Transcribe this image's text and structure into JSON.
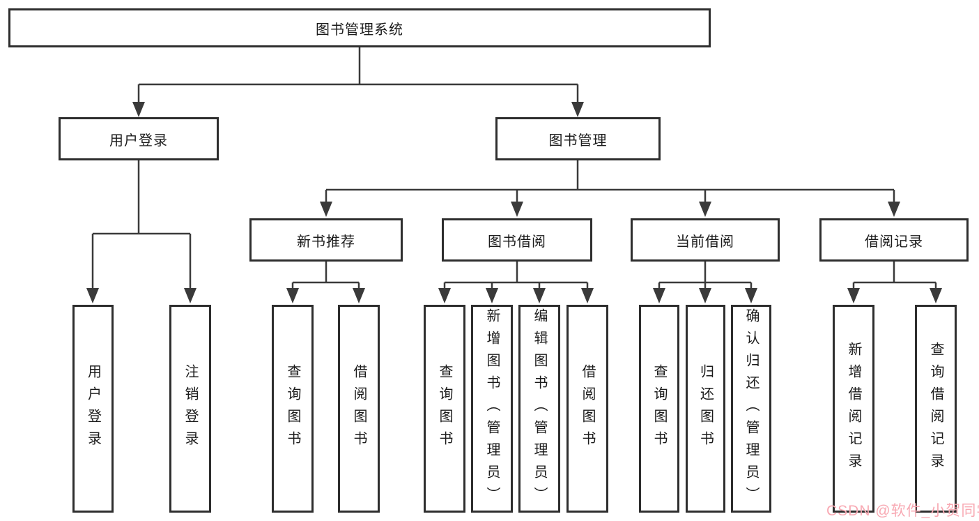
{
  "colors": {
    "line": "#3a3a3a",
    "box-border": "#2e2e2e",
    "text": "#1b1b1b",
    "watermark": "#f8a9b3",
    "background": "#ffffff"
  },
  "watermark": {
    "text": "CSDN @软件_小贺同学"
  },
  "nodes": {
    "root": "图书管理系统",
    "branch_user_login": "用户登录",
    "branch_book_mgmt": "图书管理",
    "cat_new_book": "新书推荐",
    "cat_book_borrow": "图书借阅",
    "cat_current_borrow": "当前借阅",
    "cat_borrow_records": "借阅记录",
    "leaf_user_login": "用户登录",
    "leaf_logout": "注销登录",
    "leaf_newbook_query": "查询图书",
    "leaf_newbook_borrow": "借阅图书",
    "leaf_borrow_query": "查询图书",
    "leaf_borrow_add": "新增图书（管理员）",
    "leaf_borrow_edit": "编辑图书（管理员）",
    "leaf_borrow_borrow": "借阅图书",
    "leaf_current_query": "查询图书",
    "leaf_current_return": "归还图书",
    "leaf_current_confirm": "确认归还（管理员）",
    "leaf_records_add": "新增借阅记录",
    "leaf_records_query": "查询借阅记录"
  }
}
